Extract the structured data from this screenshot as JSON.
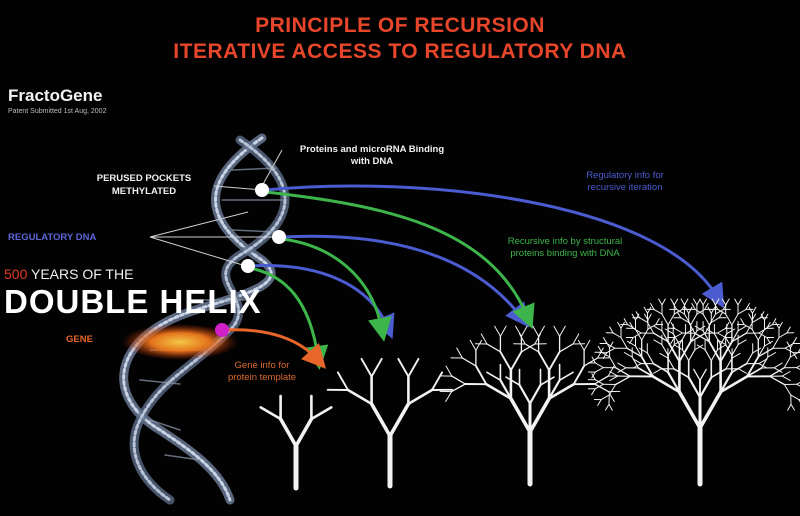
{
  "title": {
    "line1": "PRINCIPLE OF RECURSION",
    "line2": "ITERATIVE ACCESS TO REGULATORY DNA"
  },
  "brand": {
    "name": "FractoGene",
    "patent": "Patent Submitted 1st Aug, 2002"
  },
  "labels": {
    "perused_pockets": "PERUSED POCKETS METHYLATED",
    "regulatory_dna": "REGULATORY DNA",
    "years_number": "500",
    "years_text": " YEARS OF THE",
    "double_helix": "DOUBLE HELIX",
    "gene": "GENE",
    "proteins": "Proteins and microRNA Binding with DNA",
    "regulatory_info": "Regulatory info for recursive iteration",
    "recursive_info": "Recursive info by structural proteins binding with DNA",
    "gene_info": "Gene info for protein template"
  },
  "colors": {
    "title": "#e8462b",
    "regulatory": "#4b5bd0",
    "recursive": "#3db54a",
    "gene": "#e8662a",
    "pocket_marker": "#ffffff",
    "gene_marker": "#d020c8"
  },
  "trees": {
    "count": 4,
    "depths": [
      2,
      3,
      5,
      7
    ]
  }
}
